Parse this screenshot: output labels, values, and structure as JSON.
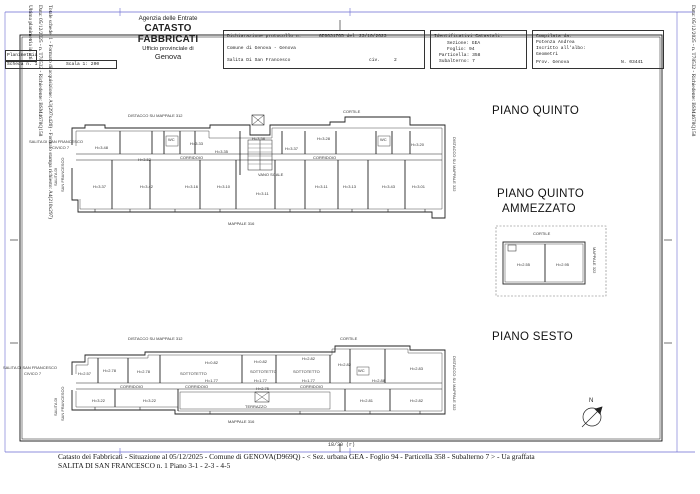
{
  "side_left": {
    "line1": "Ultima planimetria in atti",
    "line2": "Data: 05/12/2025 - n. T78532 - Richiedente: BSM4678Q158",
    "line3": "Totale schede: 1 - Formato di acquisizione: A3(297x420) - Formato stampa richiesto: A4(210x297)"
  },
  "side_right": {
    "line1": "Data: 05/12/2025 - n. T78532 - Richiedente: BSM4678Q158"
  },
  "header": {
    "agency": "Agenzia delle Entrate",
    "title": "CATASTO FABBRICATI",
    "office": "Ufficio provinciale di",
    "city": "Genova",
    "planimetria": "Planimetria",
    "scheda": "Scheda n. 1",
    "scale": "Scala 1: 200",
    "protocol_label": "Dichiarazione protocollo n.",
    "protocol_no": "GE0031705 del",
    "protocol_date": "23/10/2023",
    "comune": "Comune di Genova - Genova",
    "via": "Salita Di San Francesco",
    "civ_label": "civ.",
    "civ": "2",
    "ident_title": "Identificativi Catastali:",
    "sezione": "Sezione: GEA",
    "foglio": "Foglio: 94",
    "particella": "Particella: 358",
    "subalterno": "Subalterno: 7",
    "compilata": "Compilata da:",
    "compilatore": "Potenza Andrea",
    "iscritto": "Iscritto all'albo:",
    "albo": "Geometri",
    "prov": "Prov. Genova",
    "num": "N. 03441"
  },
  "plans": {
    "quinto": "PIANO QUINTO",
    "ammezzato_1": "PIANO QUINTO",
    "ammezzato_2": "AMMEZZATO",
    "sesto": "PIANO SESTO"
  },
  "labels": {
    "distacco_312": "DISTACCO SU MAPPALE 312",
    "cortile": "CORTILE",
    "mappale_316": "MAPPALE 316",
    "mappale_322": "DISTACCO SU MAPPALE 322",
    "mappale_322_b": "MAPPALE 322",
    "salita_civico_1": "SALITA DI SAN FRANCESCO",
    "salita_civico_2": "CIVICO 7",
    "salita_side_1": "SALITA DI",
    "salita_side_2": "SAN FRANCESCO",
    "vano_scale": "VANO SCALE",
    "corridoio": "CORRIDOIO",
    "sottotetto": "SOTTOTETTO",
    "terrazzo": "TERRAZZO",
    "wc": "WC",
    "h_q1": "H=3.48",
    "h_q2": "H=3.52",
    "h_q3": "H=3.33",
    "h_q4": "H=3.35",
    "h_q5": "H=3.58",
    "h_q6": "H=3.37",
    "h_q7": "H=3.28",
    "h_q8": "H=3.20",
    "h_q9": "H=3.37",
    "h_q10": "H=3.42",
    "h_q11": "H=3.16",
    "h_q12": "H=3.10",
    "h_q13": "H=3.11",
    "h_q14": "H=3.11",
    "h_q15": "H=3.13",
    "h_q16": "H=3.43",
    "h_q17": "H=3.01",
    "h_a1": "H=2.55",
    "h_a2": "H=2.95",
    "h_s1": "H=2.57",
    "h_s2": "H=2.78",
    "h_s3": "H=2.78",
    "h_s4": "H=0.82",
    "h_s5": "H=1.77",
    "h_s6": "H=0.82",
    "h_s7": "H=1.77",
    "h_s8": "H=2.82",
    "h_s9": "H=1.77",
    "h_s10": "H=2.82",
    "h_s11": "H=2.88",
    "h_s12": "H=2.83",
    "h_s13": "H=2.75",
    "h_s14": "H=3.22",
    "h_s15": "H=3.22",
    "h_s16": "H=2.81",
    "h_s17": "H=2.82",
    "north": "N"
  },
  "footer": {
    "stamp": "18/30 (r)",
    "line1": "Catasto dei Fabbricati - Situazione al 05/12/2025 - Comune di GENOVA(D969Q) - < Sez. urbana GEA - Foglio 94 - Particella 358 - Subalterno 7 > - Ua graffata",
    "line2": "SALITA DI SAN FRANCESCO n. 1 Piano 3-1 - 2-3 - 4-5"
  }
}
